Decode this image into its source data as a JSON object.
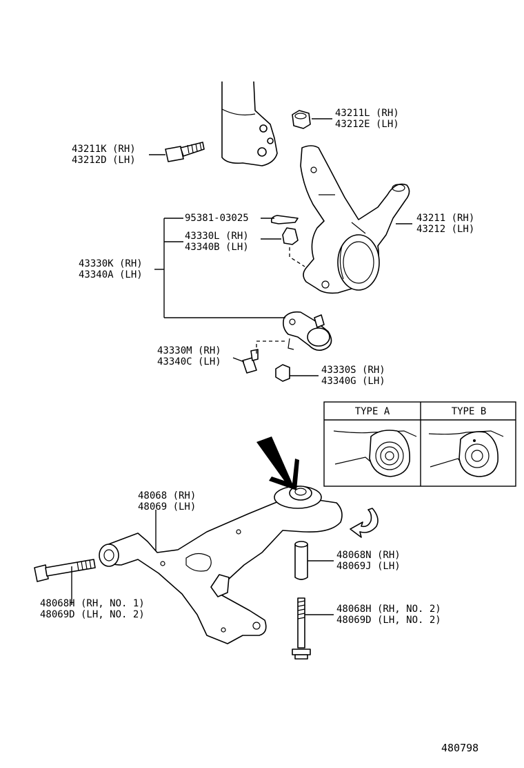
{
  "labels": {
    "knuckle_nut_1": "43211L (RH)",
    "knuckle_nut_2": "43212E (LH)",
    "strut_bolt_1": "43211K (RH)",
    "strut_bolt_2": "43212D (LH)",
    "cotter_pin": "95381-03025",
    "balljoint_nut_1": "43330L (RH)",
    "balljoint_nut_2": "43340B (LH)",
    "balljoint_assy_1": "43330K (RH)",
    "balljoint_assy_2": "43340A (LH)",
    "knuckle_1": "43211 (RH)",
    "knuckle_2": "43212 (LH)",
    "balljoint_bolt_1": "43330M (RH)",
    "balljoint_bolt_2": "43340C (LH)",
    "balljoint_nut2_1": "43330S (RH)",
    "balljoint_nut2_2": "43340G (LH)",
    "arm_1": "48068 (RH)",
    "arm_2": "48069 (LH)",
    "bushing_1": "48068N (RH)",
    "bushing_2": "48069J (LH)",
    "front_bolt_1": "48068H (RH, NO. 1)",
    "front_bolt_2": "48069D (LH, NO. 2)",
    "rear_bolt_1": "48068H (RH, NO. 2)",
    "rear_bolt_2": "48069D (LH, NO. 2)",
    "diagram_no": "480798"
  },
  "type_box": {
    "type_a": "TYPE A",
    "type_b": "TYPE B"
  }
}
